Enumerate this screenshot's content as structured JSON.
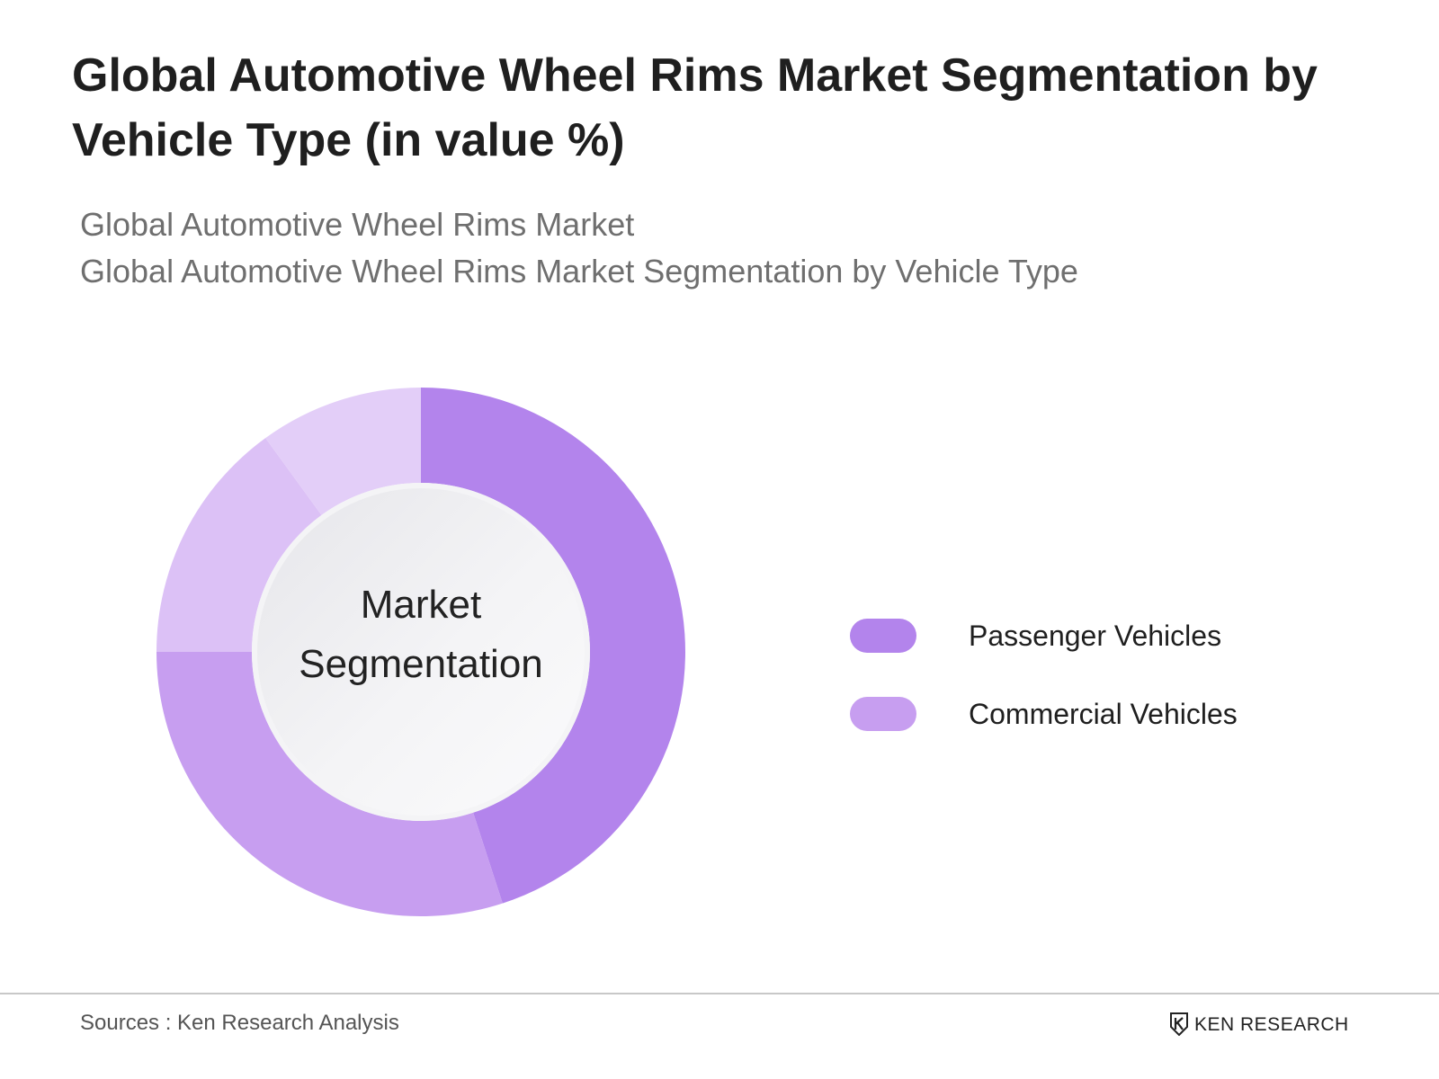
{
  "header": {
    "title": "Global Automotive Wheel Rims Market Segmentation by Vehicle Type (in value %)",
    "subtitle_1": "Global Automotive Wheel Rims Market",
    "subtitle_2": "Global Automotive Wheel Rims Market Segmentation by Vehicle Type"
  },
  "chart_data": {
    "type": "pie",
    "title": "Global Automotive Wheel Rims Market Segmentation by Vehicle Type (in value %)",
    "center_label": [
      "Market",
      "Segmentation"
    ],
    "slices": [
      {
        "category": "Passenger Vehicles",
        "value": 45,
        "color": "#b384ec"
      },
      {
        "category": "Commercial Vehicles",
        "value": 30,
        "color": "#c79ef0"
      },
      {
        "category": "",
        "value": 15,
        "color": "#dcc1f6"
      },
      {
        "category": "",
        "value": 10,
        "color": "#e3cef8"
      }
    ],
    "legend": {
      "placement": "right",
      "items": [
        {
          "label": "Passenger Vehicles",
          "color": "#b384ec"
        },
        {
          "label": "Commercial Vehicles",
          "color": "#c79ef0"
        }
      ]
    }
  },
  "footer": {
    "source": "Sources : Ken Research Analysis",
    "brand": "KEN RESEARCH"
  }
}
